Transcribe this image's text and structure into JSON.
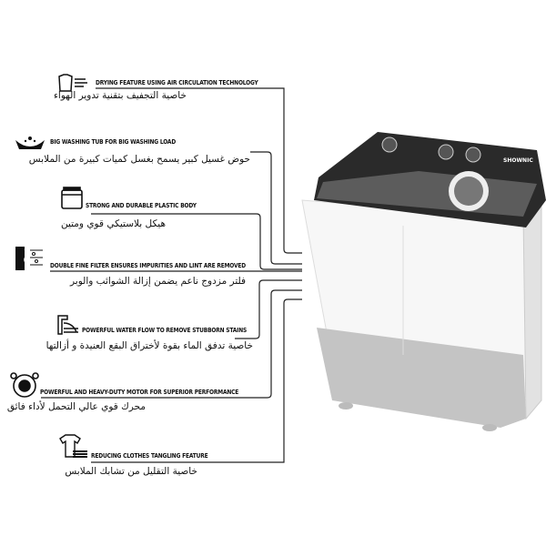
{
  "brand": "SHOWNIC",
  "features": [
    {
      "icon": "shirt-air-icon",
      "title": "DRYING FEATURE USING AIR CIRCULATION TECHNOLOGY",
      "arabic": "خاصية التجفيف بتقنية تدوير الهواء"
    },
    {
      "icon": "wash-tub-icon",
      "title": "BIG WASHING TUB FOR BIG WASHING LOAD",
      "arabic": "حوض غسيل كبير يسمح بغسل كميات كبيرة من الملابس"
    },
    {
      "icon": "washing-machine-icon",
      "title": "STRONG AND DURABLE PLASTIC BODY",
      "arabic": "هيكل بلاستيكي قوي ومتين"
    },
    {
      "icon": "filter-icon",
      "title": "DOUBLE FINE FILTER ENSURES IMPURITIES AND LINT ARE REMOVED",
      "arabic": "فلتر مزدوج ناعم يضمن إزالة الشوائب والوبر"
    },
    {
      "icon": "water-tap-icon",
      "title": "POWERFUL WATER FLOW TO REMOVE STUBBORN STAINS",
      "arabic": "خاصية تدفق الماء بقوة لأختراق البقع العنيدة و أزالتها"
    },
    {
      "icon": "motor-icon",
      "title": "POWERFUL AND HEAVY-DUTY MOTOR FOR SUPERIOR PERFORMANCE",
      "arabic": "محرك قوي عالي التحمل لأداء فائق"
    },
    {
      "icon": "tshirt-stack-icon",
      "title": "REDUCING CLOTHES TANGLING FEATURE",
      "arabic": "خاصية التقليل من تشابك الملابس"
    }
  ]
}
